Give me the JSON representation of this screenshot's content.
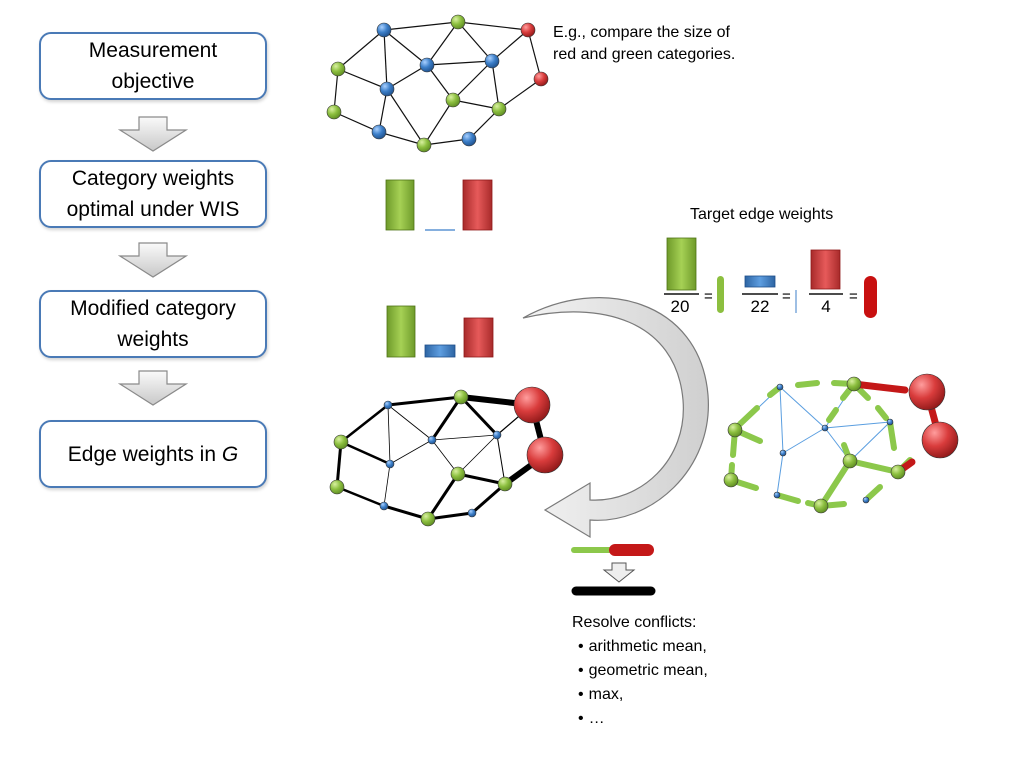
{
  "steps": [
    {
      "id": "measurement",
      "label": "Measurement\nobjective"
    },
    {
      "id": "category-weights",
      "label": "Category weights\noptimal under WIS"
    },
    {
      "id": "modified-weights",
      "label": "Modified category\nweights"
    },
    {
      "id": "edge-weights",
      "label_prefix": "Edge weights in ",
      "label_italic": "G"
    }
  ],
  "example_note": "E.g., compare the size of\nred and green categories.",
  "target_title": "Target edge weights",
  "fractions": [
    {
      "category": "green",
      "denominator": "20"
    },
    {
      "category": "blue",
      "denominator": "22"
    },
    {
      "category": "red",
      "denominator": "4"
    }
  ],
  "equals": "=",
  "resolve": {
    "title": "Resolve conflicts:",
    "items": [
      "arithmetic mean,",
      "geometric mean,",
      "max,",
      "…"
    ]
  },
  "colors": {
    "green": "#8cbf3f",
    "blue": "#3c7fc9",
    "red": "#d93c3c",
    "box_border": "#4a7ab6"
  }
}
